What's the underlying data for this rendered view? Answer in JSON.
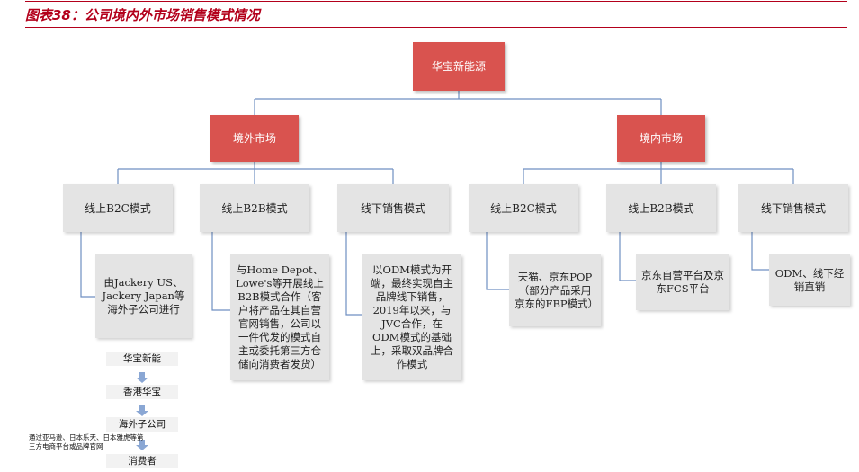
{
  "title": "图表38：公司境内外市场销售模式情况",
  "root": "华宝新能源",
  "markets": {
    "overseas": "境外市场",
    "domestic": "境内市场"
  },
  "modes": {
    "overseas": [
      "线上B2C模式",
      "线上B2B模式",
      "线下销售模式"
    ],
    "domestic": [
      "线上B2C模式",
      "线上B2B模式",
      "线下销售模式"
    ]
  },
  "details": {
    "overseas_b2c": "由Jackery US、Jackery Japan等海外子公司进行",
    "overseas_b2b": "与Home Depot、Lowe's等开展线上B2B模式合作（客户将产品在其自营官网销售，公司以一件代发的模式自主或委托第三方仓储向消费者发货）",
    "overseas_offline": "以ODM模式为开端，最终实现自主品牌线下销售，2019年以来，与JVC合作，在ODM模式的基础上，采取双品牌合作模式",
    "domestic_b2c": "天猫、京东POP（部分产品采用京东的FBP模式）",
    "domestic_b2b": "京东自营平台及京东FCS平台",
    "domestic_offline": "ODM、线下经销直销"
  },
  "chain": [
    "华宝新能",
    "香港华宝",
    "海外子公司",
    "消费者"
  ],
  "footnote": "通过亚马逊、日本乐天、日本雅虎等第三方电商平台或品牌官网"
}
